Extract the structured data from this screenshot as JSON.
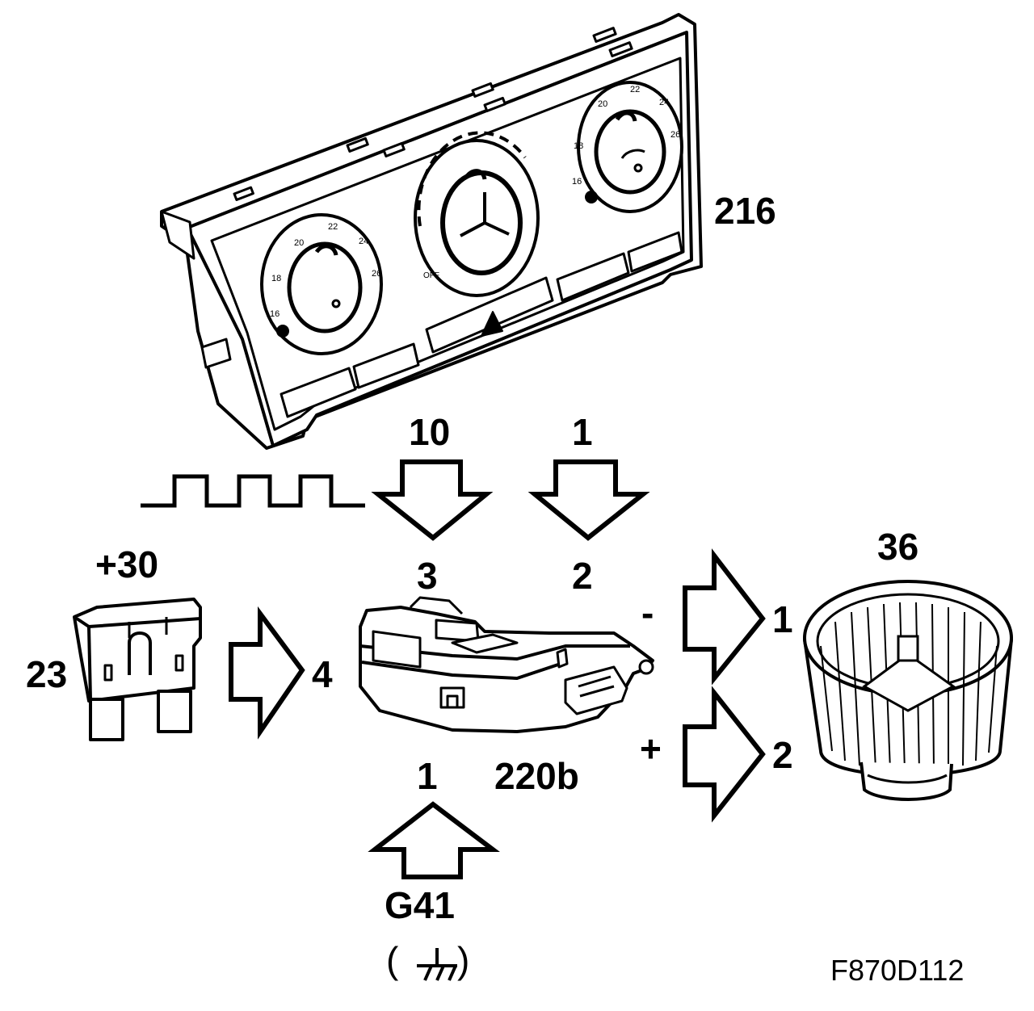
{
  "figure_code": "F870D112",
  "components": {
    "control_panel": {
      "ref": "216"
    },
    "fuse": {
      "ref": "23",
      "supply": "+30"
    },
    "fan_control_module": {
      "ref": "220b"
    },
    "blower_motor": {
      "ref": "36"
    },
    "ground": {
      "ref": "G41",
      "symbol_open": "(",
      "symbol_close": ")"
    }
  },
  "control_panel_knobs": {
    "left_scale": [
      "16",
      "18",
      "20",
      "22",
      "24",
      "26"
    ],
    "right_scale": [
      "16",
      "18",
      "20",
      "22",
      "24",
      "26"
    ],
    "center_off": "OFF"
  },
  "connections": {
    "pwm_signal": {
      "from_pin": "10",
      "to_pin": "3"
    },
    "control_to_module": {
      "from_pin": "1",
      "to_pin": "2"
    },
    "fuse_to_module": {
      "to_pin": "4"
    },
    "ground_to_module": {
      "to_pin": "1"
    },
    "module_neg_to_motor": {
      "polarity": "-",
      "to_pin": "1"
    },
    "module_pos_to_motor": {
      "polarity": "+",
      "to_pin": "2"
    }
  }
}
